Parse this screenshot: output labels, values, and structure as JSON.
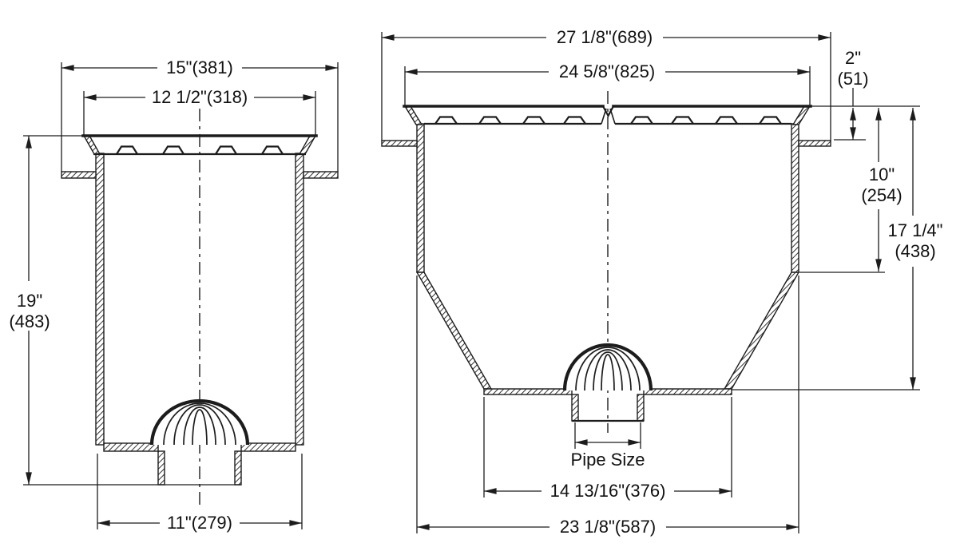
{
  "drawing": {
    "background": "#ffffff",
    "line_color": "#1c1c1c",
    "left_view": {
      "labels": {
        "flange_width": "15\"(381)",
        "grate_width": "12 1/2\"(318)",
        "height_in": "19\"",
        "height_mm": "(483)",
        "bottom_width": "11\"(279)"
      }
    },
    "right_view": {
      "labels": {
        "flange_width": "27 1/8\"(689)",
        "grate_width": "24 5/8\"(825)",
        "recess_depth_in": "2\"",
        "recess_depth_mm": "(51)",
        "upper_body_depth_in": "10\"",
        "upper_body_depth_mm": "(254)",
        "overall_depth_in": "17 1/4\"",
        "overall_depth_mm": "(438)",
        "pipe_size_label": "Pipe Size",
        "floor_width": "14 13/16\"(376)",
        "body_width": "23 1/8\"(587)"
      }
    }
  }
}
